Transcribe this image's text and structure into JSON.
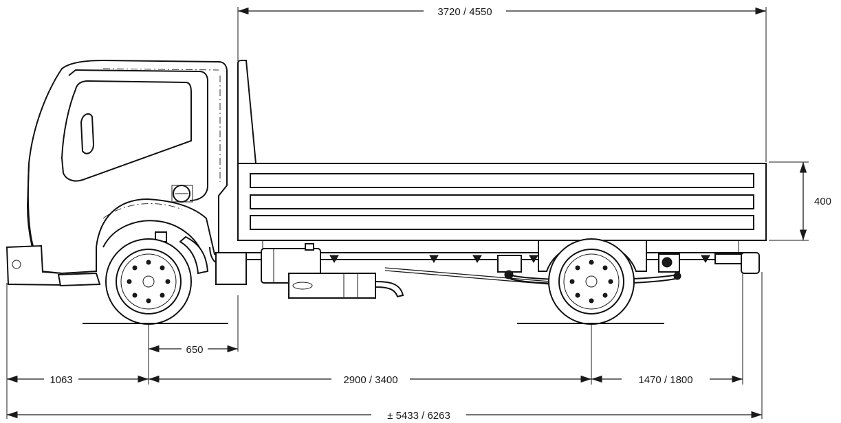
{
  "diagram": {
    "subject": "truck-side-elevation",
    "dimensions": {
      "body_length": "3720 / 4550",
      "side_height": "400",
      "cab_to_body": "650",
      "front_overhang": "1063",
      "wheelbase": "2900 / 3400",
      "rear_overhang": "1470 / 1800",
      "overall_length": "± 5433 / 6263"
    }
  }
}
